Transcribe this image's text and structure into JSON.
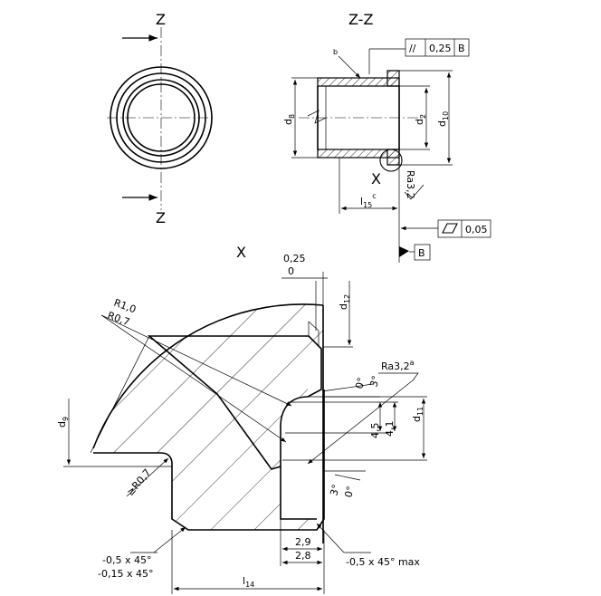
{
  "views": {
    "front": {
      "section_label_top": "Z",
      "section_label_bottom": "Z"
    },
    "section": {
      "title": "Z-Z",
      "note_b": "b",
      "dims": {
        "d8": "d",
        "d8_sub": "8",
        "d2": "d",
        "d2_sub": "2",
        "d10": "d",
        "d10_sub": "10",
        "l15": "l",
        "l15_sub": "15",
        "l15_sup": "c"
      },
      "detail_callout": "X",
      "roughness": "Ra3,2",
      "parallelism_frame": {
        "symbol": "//",
        "tolerance": "0,25",
        "datum": "B"
      },
      "flatness_frame": {
        "symbol": "▱",
        "tolerance": "0,05"
      },
      "datum_label": "B"
    },
    "detail": {
      "title": "X",
      "tol_top": "0,25",
      "tol_bottom": "0",
      "d12": "d",
      "d12_sub": "12",
      "r1": "R1,0",
      "r2": "R0,7",
      "ra": "Ra3,2",
      "ra_sup": "a",
      "ang_0a": "0°",
      "ang_3a": "3°",
      "dim_45": "4,5",
      "dim_41": "4,1",
      "d11": "d",
      "d11_sub": "11",
      "d9": "d",
      "d9_sub": "9",
      "r07": "≥R0,7",
      "ang_3b": "3°",
      "ang_0b": "0°",
      "dim_29": "2,9",
      "dim_28": "2,8",
      "chamfer_right": "-0,5 x 45° max",
      "chamfer_left1": "-0,5 x 45°",
      "chamfer_left2": "-0,15 x 45°",
      "l14": "l",
      "l14_sub": "14"
    }
  }
}
